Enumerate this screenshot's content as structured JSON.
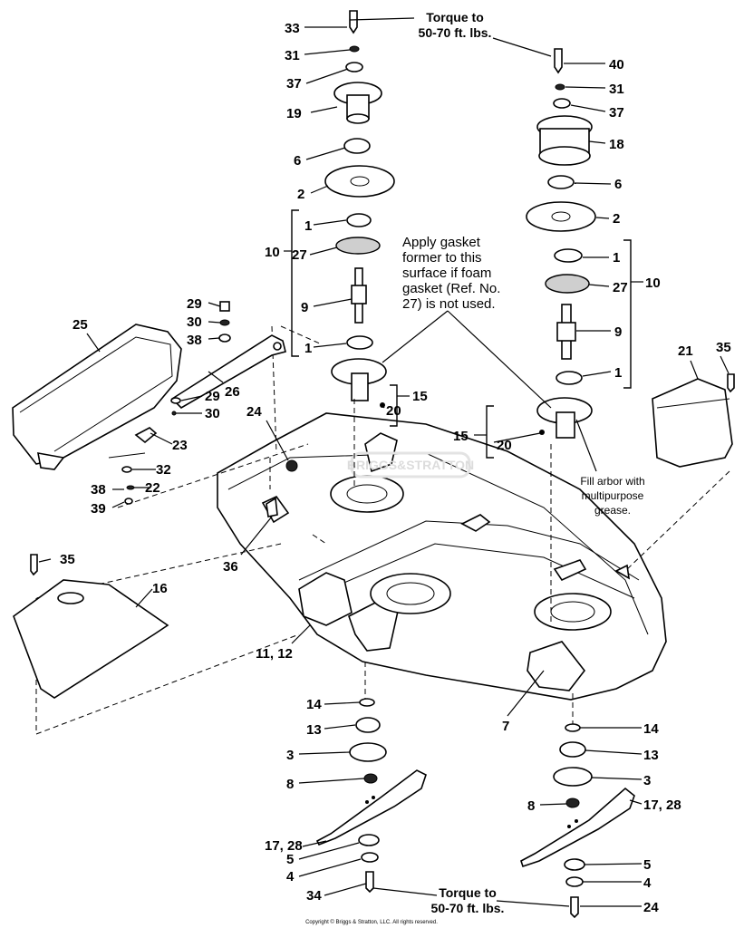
{
  "diagram": {
    "labels": {
      "l33": "33",
      "l31a": "31",
      "l37a": "37",
      "l19": "19",
      "l6a": "6",
      "l2a": "2",
      "l1a": "1",
      "l27a": "27",
      "l10a": "10",
      "l9a": "9",
      "l1b": "1",
      "l15a": "15",
      "l20a": "20",
      "l40": "40",
      "l31b": "31",
      "l37b": "37",
      "l18": "18",
      "l6b": "6",
      "l2b": "2",
      "l1c": "1",
      "l10b": "10",
      "l27b": "27",
      "l9b": "9",
      "l1d": "1",
      "l15b": "15",
      "l20b": "20",
      "l21": "21",
      "l35a": "35",
      "l25": "25",
      "l29a": "29",
      "l30a": "30",
      "l38a": "38",
      "l26": "26",
      "l29b": "29",
      "l30b": "30",
      "l24a": "24",
      "l23": "23",
      "l32": "32",
      "l22": "22",
      "l38b": "38",
      "l39": "39",
      "l36": "36",
      "l35b": "35",
      "l16": "16",
      "l1112": "11, 12",
      "l7": "7",
      "l14a": "14",
      "l13a": "13",
      "l3a": "3",
      "l8a": "8",
      "l1728a": "17, 28",
      "l5a": "5",
      "l4a": "4",
      "l34": "34",
      "l14b": "14",
      "l13b": "13",
      "l3b": "3",
      "l8b": "8",
      "l1728b": "17, 28",
      "l5b": "5",
      "l4b": "4",
      "l24b": "24"
    },
    "notes": {
      "torque_top_1": "Torque to",
      "torque_top_2": "50-70 ft. lbs.",
      "gasket_1": "Apply gasket",
      "gasket_2": "former to this",
      "gasket_3": "surface if foam",
      "gasket_4": "gasket (Ref. No.",
      "gasket_5": "27) is not used.",
      "fill_1": "Fill arbor with",
      "fill_2": "multipurpose",
      "fill_3": "grease.",
      "torque_bot_1": "Torque to",
      "torque_bot_2": "50-70 ft. lbs."
    },
    "watermark": "BRIGGS&STRATTON",
    "copyright": "Copyright © Briggs & Stratton, LLC. All rights reserved."
  }
}
